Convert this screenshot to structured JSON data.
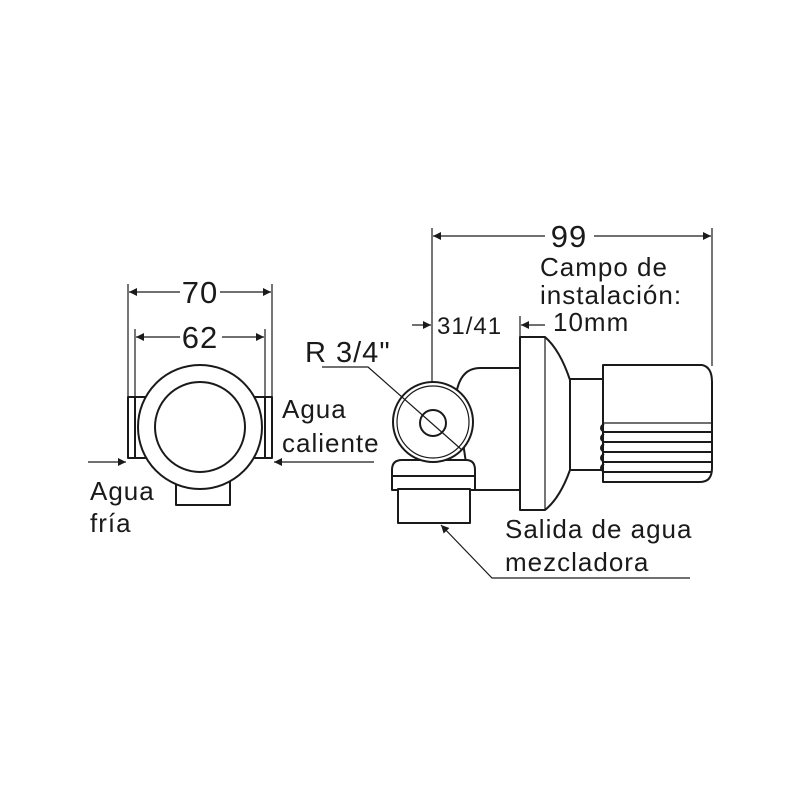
{
  "dimensions": {
    "outer_width": "70",
    "inner_width": "62",
    "overall_length": "99",
    "wall_range": "31/41"
  },
  "thread": "R 3/4\"",
  "labels": {
    "cold_water": [
      "Agua",
      "fría"
    ],
    "hot_water": [
      "Agua",
      "caliente"
    ],
    "installation_range": [
      "Campo de",
      "instalación:",
      "10mm"
    ],
    "mixed_outlet": [
      "Salida de agua",
      "mezcladora"
    ]
  }
}
